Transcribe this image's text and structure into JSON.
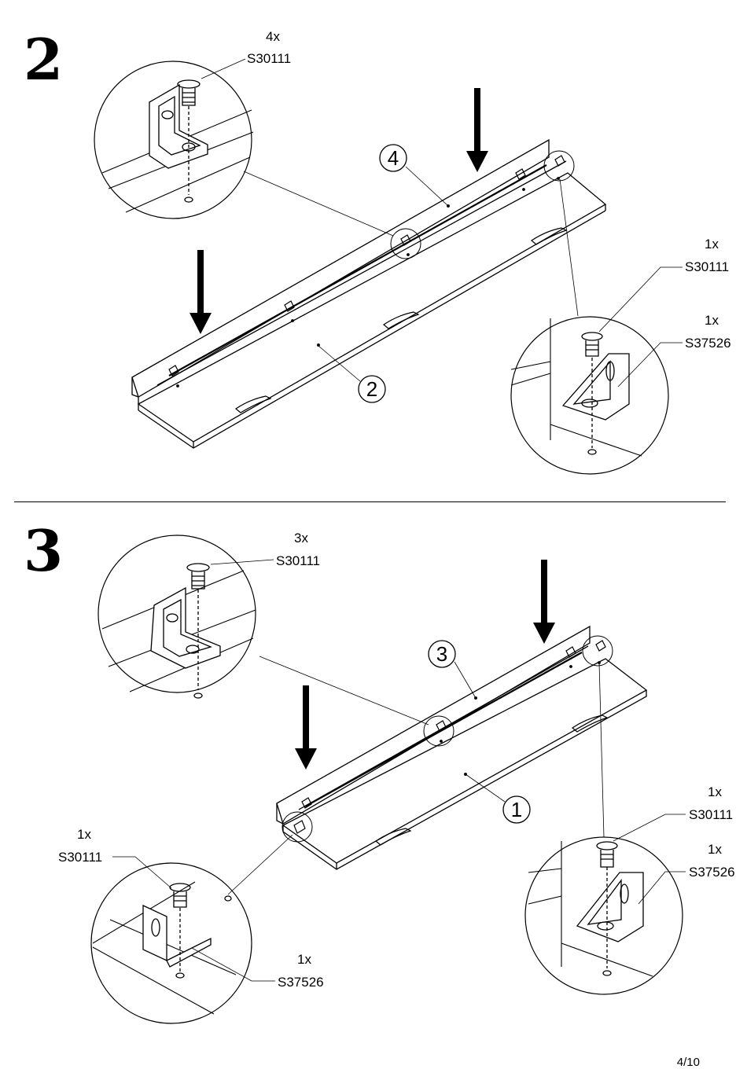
{
  "page": {
    "number": "4/10"
  },
  "step2": {
    "number": "2",
    "top_callout": {
      "qty": "4x",
      "code": "S30111"
    },
    "right_callout_screw": {
      "qty": "1x",
      "code": "S30111"
    },
    "right_callout_bracket": {
      "qty": "1x",
      "code": "S37526"
    },
    "part_back": "4",
    "part_base": "2"
  },
  "step3": {
    "number": "3",
    "top_callout": {
      "qty": "3x",
      "code": "S30111"
    },
    "right_callout_screw": {
      "qty": "1x",
      "code": "S30111"
    },
    "right_callout_bracket": {
      "qty": "1x",
      "code": "S37526"
    },
    "left_callout_screw": {
      "qty": "1x",
      "code": "S30111"
    },
    "left_callout_bracket": {
      "qty": "1x",
      "code": "S37526"
    },
    "part_back": "3",
    "part_base": "1"
  }
}
